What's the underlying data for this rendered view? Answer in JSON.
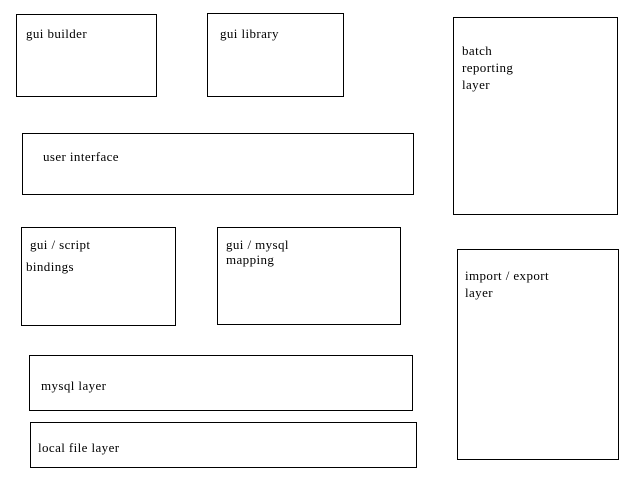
{
  "diagram": {
    "background_color": "#ffffff",
    "box_border_color": "#000000",
    "text_color": "#000000",
    "boxes": [
      {
        "id": "gui-builder",
        "lines": [
          "gui builder"
        ]
      },
      {
        "id": "gui-library",
        "lines": [
          "gui library"
        ]
      },
      {
        "id": "batch-reporting-layer",
        "lines": [
          "batch",
          "reporting",
          "layer"
        ]
      },
      {
        "id": "user-interface",
        "lines": [
          "user interface"
        ]
      },
      {
        "id": "gui-script-bindings",
        "lines": [
          "gui / script",
          "bindings"
        ]
      },
      {
        "id": "gui-mysql-mapping",
        "lines": [
          "gui / mysql",
          "mapping"
        ]
      },
      {
        "id": "import-export-layer",
        "lines": [
          "import / export",
          "layer"
        ]
      },
      {
        "id": "mysql-layer",
        "lines": [
          "mysql layer"
        ]
      },
      {
        "id": "local-file-layer",
        "lines": [
          "local file layer"
        ]
      }
    ]
  }
}
